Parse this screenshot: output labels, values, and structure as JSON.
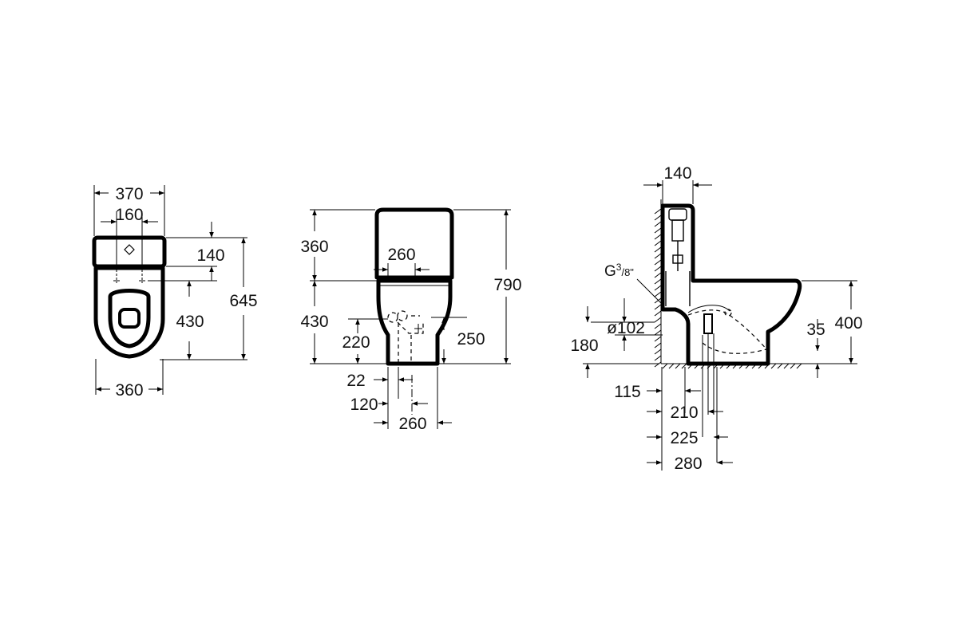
{
  "colors": {
    "line": "#000000",
    "background": "#ffffff"
  },
  "top_view": {
    "width_370": "370",
    "holes_160": "160",
    "depth_140": "140",
    "seat_430": "430",
    "total_645": "645",
    "base_360": "360"
  },
  "front_view": {
    "tank_360": "360",
    "holes_260_top": "260",
    "total_790": "790",
    "bowl_430": "430",
    "height_220": "220",
    "height_250": "250",
    "offset_22": "22",
    "offset_120": "120",
    "base_260": "260"
  },
  "side_view": {
    "tank_140": "140",
    "thread_g": "G",
    "thread_3": "3",
    "thread_slash8": "/8\"",
    "pipe_102": "ø102",
    "height_180": "180",
    "height_35": "35",
    "height_400": "400",
    "dist_115": "115",
    "dist_210": "210",
    "dist_225": "225",
    "dist_280": "280"
  }
}
